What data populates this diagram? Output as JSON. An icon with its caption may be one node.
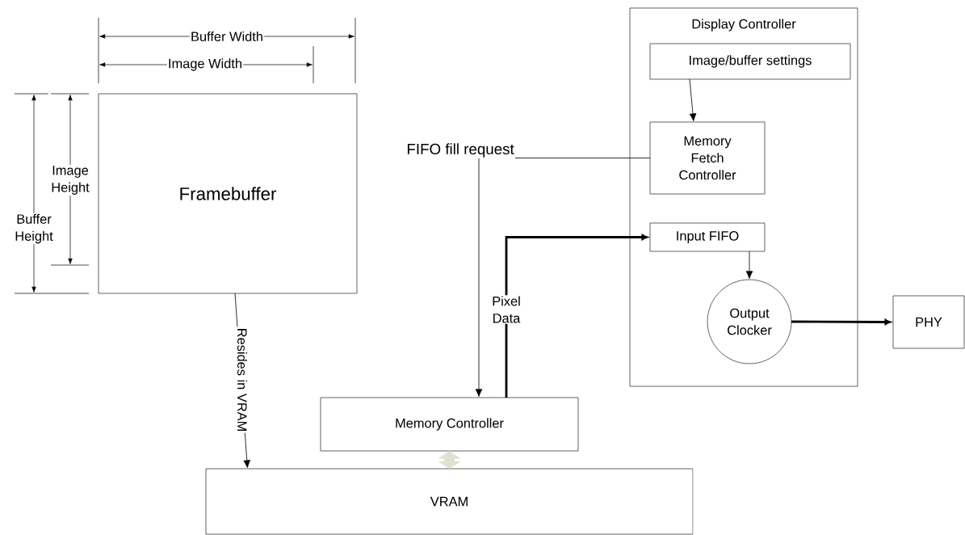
{
  "diagram": {
    "nodes": [
      {
        "text": [
          "Framebuffer"
        ]
      },
      {
        "text": [
          "Display Controller"
        ]
      },
      {
        "text": [
          "Image/buffer settings"
        ],
        "in": 1
      },
      {
        "text": [
          "Memory Fetch Controller"
        ],
        "in": 1
      },
      {
        "text": [
          "Input FIFO"
        ],
        "in": 1
      },
      {
        "text": [
          "Output Clocker"
        ],
        "in": 1
      },
      {
        "text": [
          "PHY"
        ]
      },
      {
        "text": [
          "Memory Controller"
        ]
      },
      {
        "text": [
          "VRAM"
        ]
      }
    ],
    "edges": [
      {
        "from": 2,
        "to": 3,
        "arrow": "to"
      },
      {
        "from": 3,
        "to": 7,
        "arrow": "to",
        "label": "FIFO fill request"
      },
      {
        "from": 7,
        "to": 4,
        "arrow": "to",
        "label": "Pixel Data",
        "style": "thick"
      },
      {
        "from": 4,
        "to": 5,
        "arrow": "to"
      },
      {
        "from": 5,
        "to": 6,
        "arrow": "to",
        "style": "thick"
      },
      {
        "from": 7,
        "to": 8,
        "arrow": "both",
        "style": "thick",
        "color": "#dde3cf"
      },
      {
        "from": 0,
        "to": 8,
        "arrow": "to",
        "label": "Resides in VRAM"
      }
    ],
    "labels": [
      "Buffer Width",
      "Image Width",
      "Image Height",
      "Buffer Height"
    ]
  }
}
